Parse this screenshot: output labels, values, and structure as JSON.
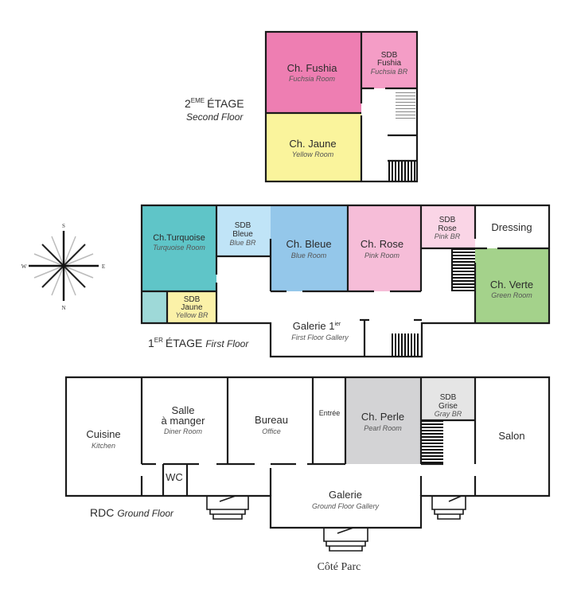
{
  "colors": {
    "fushia": "#ee7eb2",
    "jaune": "#faf49c",
    "sdb_fushia": "#f49dc6",
    "turquoise": "#5fc5c8",
    "turquoise_light": "#9ed9d8",
    "sdb_jaune": "#fbf1a8",
    "sdb_bleue": "#c0e4f7",
    "bleue": "#94c7ea",
    "rose": "#f6bdd8",
    "sdb_rose": "#fad5e6",
    "verte": "#a4d28b",
    "perle": "#d3d3d5",
    "grise": "#e5e5e5"
  },
  "second_floor": {
    "label": "2",
    "label_sup": "EME",
    "label_main": "ÉTAGE",
    "label_en": "Second Floor",
    "rooms": {
      "fushia": {
        "name": "Ch. Fushia",
        "en": "Fuchsia Room"
      },
      "jaune": {
        "name": "Ch. Jaune",
        "en": "Yellow Room"
      },
      "sdb_fushia": {
        "name1": "SDB",
        "name2": "Fushia",
        "en": "Fuchsia BR"
      }
    }
  },
  "first_floor": {
    "label": "1",
    "label_sup": "ER",
    "label_main": "ÉTAGE",
    "label_en": "First Floor",
    "rooms": {
      "turquoise": {
        "name": "Ch.Turquoise",
        "en": "Turquoise Room"
      },
      "sdb_bleue": {
        "name1": "SDB",
        "name2": "Bleue",
        "en": "Blue BR"
      },
      "bleue": {
        "name": "Ch. Bleue",
        "en": "Blue Room"
      },
      "rose": {
        "name": "Ch. Rose",
        "en": "Pink Room"
      },
      "sdb_rose": {
        "name1": "SDB",
        "name2": "Rose",
        "en": "Pink BR"
      },
      "dressing": {
        "name": "Dressing"
      },
      "verte": {
        "name": "Ch. Verte",
        "en": "Green Room"
      },
      "sdb_jaune": {
        "name1": "SDB",
        "name2": "Jaune",
        "en": "Yellow BR"
      },
      "galerie": {
        "name": "Galerie 1",
        "sup": "ier",
        "en": "First Floor Gallery"
      }
    }
  },
  "ground_floor": {
    "label": "RDC",
    "label_en": "Ground Floor",
    "rooms": {
      "cuisine": {
        "name": "Cuisine",
        "en": "Kitchen"
      },
      "salle": {
        "name1": "Salle",
        "name2": "à manger",
        "en": "Diner Room"
      },
      "bureau": {
        "name": "Bureau",
        "en": "Office"
      },
      "entree": {
        "name": "Entrée"
      },
      "perle": {
        "name": "Ch. Perle",
        "en": "Pearl Room"
      },
      "sdb_grise": {
        "name1": "SDB",
        "name2": "Grise",
        "en": "Gray BR"
      },
      "salon": {
        "name": "Salon"
      },
      "wc": {
        "name": "WC"
      },
      "galerie": {
        "name": "Galerie",
        "en": "Ground Floor Gallery"
      }
    }
  },
  "compass": {
    "n": "N",
    "s": "S",
    "e": "E",
    "w": "W"
  },
  "park_side": "Côté Parc"
}
